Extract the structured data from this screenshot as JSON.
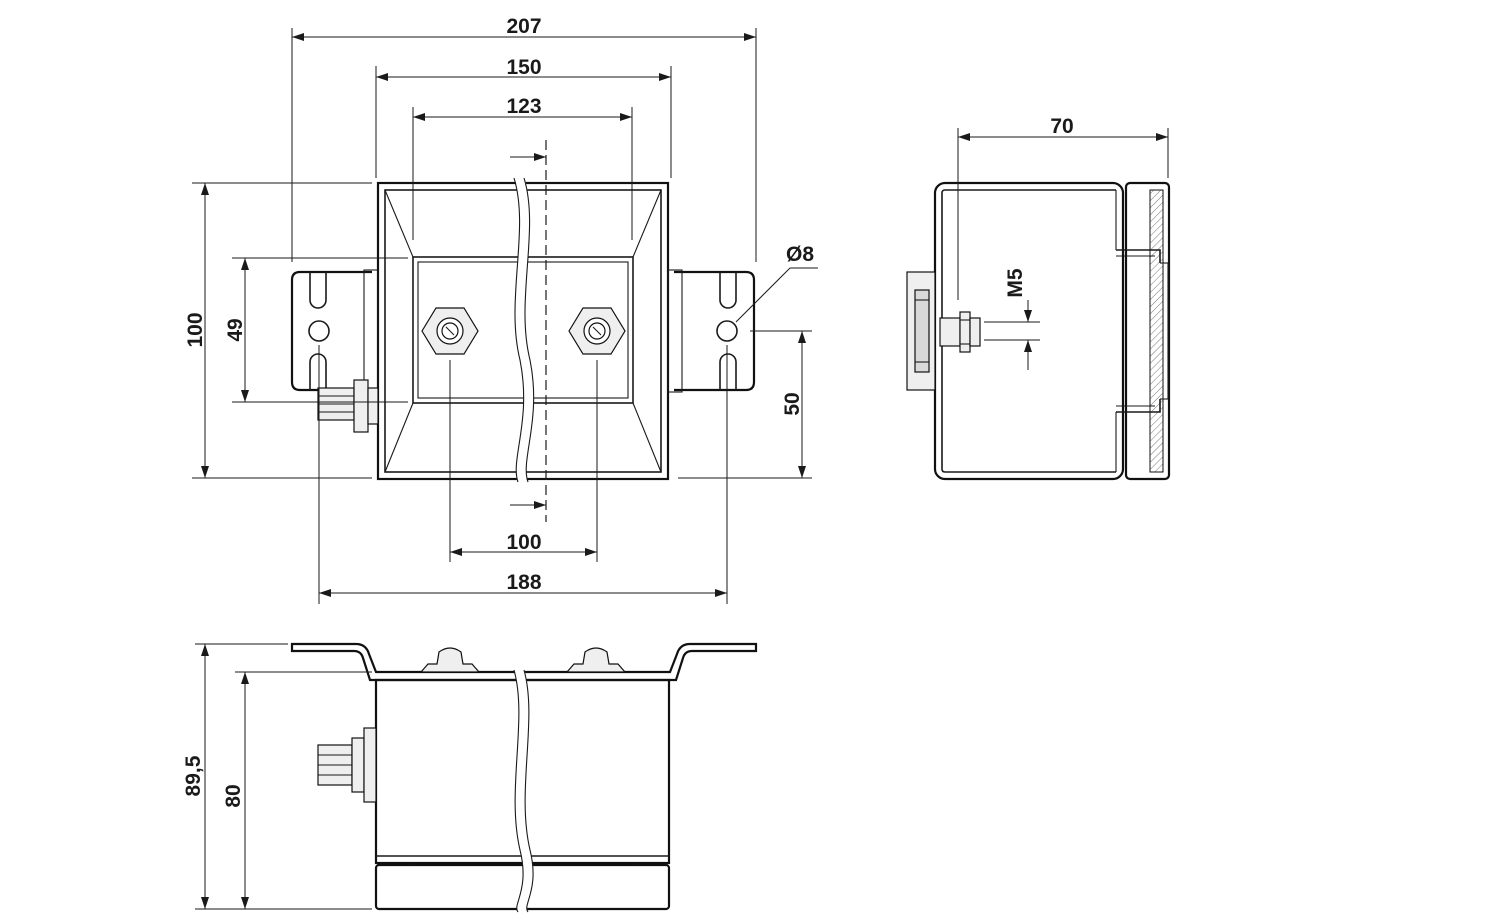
{
  "dimensions": {
    "overall_width": "207",
    "mount_width": "150",
    "top_width": "123",
    "overall_height": "100",
    "inner_height": "49",
    "hole_offset": "50",
    "hole_diameter": "Ø8",
    "terminal_spacing": "100",
    "hole_spacing": "188",
    "depth": "70",
    "thread": "M5",
    "total_height": "89,5",
    "body_height": "80"
  }
}
